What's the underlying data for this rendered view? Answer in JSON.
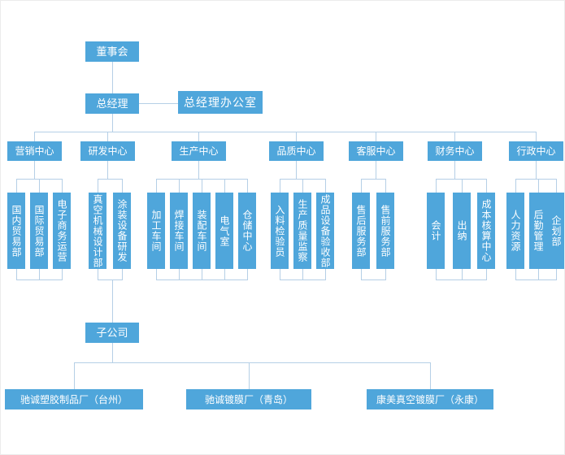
{
  "colors": {
    "node_fill": "#4FA6DB",
    "node_text": "#FFFFFF",
    "connector": "#B5CFE6"
  },
  "nodes": {
    "board": "董事会",
    "general_manager": "总经理",
    "gm_office": "总经理办公室",
    "subsidiary": "子公司"
  },
  "centers": [
    {
      "label": "营销中心",
      "children": [
        "国内贸易部",
        "国际贸易部",
        "电子商务运营"
      ]
    },
    {
      "label": "研发中心",
      "children": [
        "真空机械设计部",
        "涂装设备研发"
      ]
    },
    {
      "label": "生产中心",
      "children": [
        "加工车间",
        "焊接车间",
        "装配车间",
        "电气室",
        "仓储中心"
      ]
    },
    {
      "label": "品质中心",
      "children": [
        "入料检验员",
        "生产质量监察",
        "成品设备验收部"
      ]
    },
    {
      "label": "客服中心",
      "children": [
        "售后服务部",
        "售前服务部"
      ]
    },
    {
      "label": "财务中心",
      "children": [
        "会计",
        "出纳",
        "成本核算中心"
      ]
    },
    {
      "label": "行政中心",
      "children": [
        "人力资源",
        "后勤管理",
        "企划部"
      ]
    }
  ],
  "factories": [
    "驰诚塑胶制品厂（台州）",
    "驰诚镀膜厂（青岛）",
    "康美真空镀膜厂（永康）"
  ]
}
